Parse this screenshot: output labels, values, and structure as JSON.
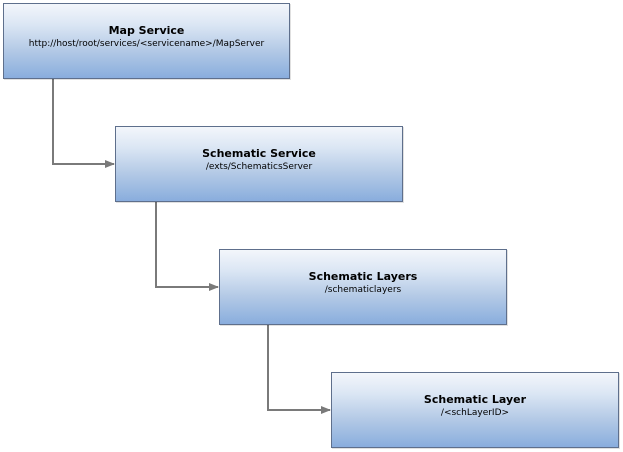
{
  "nodes": [
    {
      "title": "Map Service",
      "path": "http://host/root/services/<servicename>/MapServer"
    },
    {
      "title": "Schematic Service",
      "path": "/exts/SchematicsServer"
    },
    {
      "title": "Schematic Layers",
      "path": "/schematiclayers"
    },
    {
      "title": "Schematic Layer",
      "path": "/<schLayerID>"
    }
  ],
  "colors": {
    "connector": "#7a7a7a",
    "node_border": "#5e6f8c",
    "node_fill_top": "#f3f6fb",
    "node_fill_bottom": "#89addd"
  }
}
